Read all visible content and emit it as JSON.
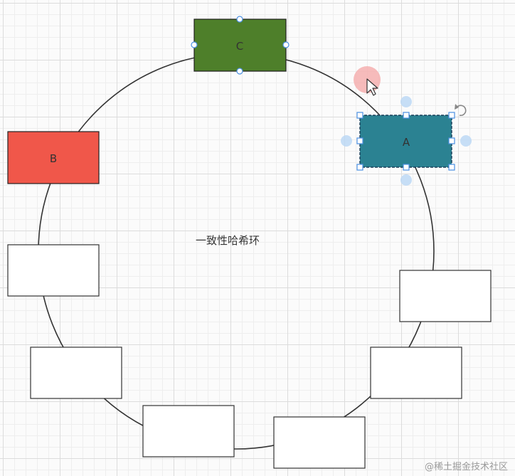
{
  "center_label": "一致性哈希环",
  "nodes": [
    {
      "id": "C",
      "label": "C",
      "fill": "#4e7f2a"
    },
    {
      "id": "B",
      "label": "B",
      "fill": "#f0574a"
    },
    {
      "id": "A",
      "label": "A",
      "fill": "#2b8292",
      "selected": true
    },
    {
      "id": "empty1",
      "label": "",
      "fill": "#ffffff"
    },
    {
      "id": "empty2",
      "label": "",
      "fill": "#ffffff"
    },
    {
      "id": "empty3",
      "label": "",
      "fill": "#ffffff"
    },
    {
      "id": "empty4",
      "label": "",
      "fill": "#ffffff"
    },
    {
      "id": "empty5",
      "label": "",
      "fill": "#ffffff"
    },
    {
      "id": "empty6",
      "label": "",
      "fill": "#ffffff"
    },
    {
      "id": "empty7",
      "label": "",
      "fill": "#ffffff"
    }
  ],
  "watermark": "@稀土掘金技术社区",
  "colors": {
    "handle": "#4a90e2",
    "ring": "#333333",
    "cursor_highlight": "#f4a6a6"
  }
}
